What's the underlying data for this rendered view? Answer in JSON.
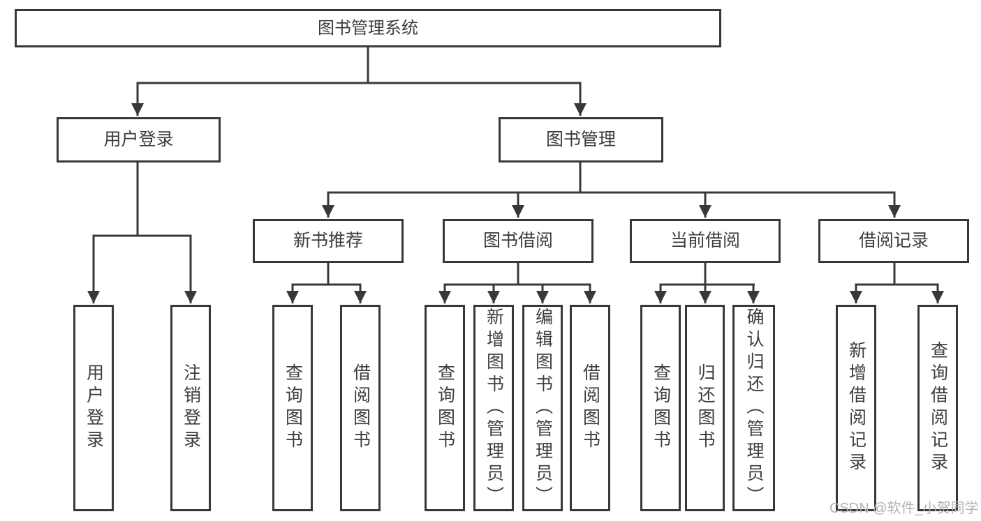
{
  "page": {
    "background": "#ffffff"
  },
  "diagram": {
    "type": "tree",
    "colors": {
      "line": "#383838",
      "text": "#3d3d3d",
      "box_background": "#ffffff"
    },
    "root": {
      "label": "图书管理系统",
      "children": [
        {
          "label": "用户登录",
          "children": [
            {
              "label": "用户登录"
            },
            {
              "label": "注销登录"
            }
          ]
        },
        {
          "label": "图书管理",
          "children": [
            {
              "label": "新书推荐",
              "children": [
                {
                  "label": "查询图书"
                },
                {
                  "label": "借阅图书"
                }
              ]
            },
            {
              "label": "图书借阅",
              "children": [
                {
                  "label": "查询图书"
                },
                {
                  "label": "新增图书（管理员）"
                },
                {
                  "label": "编辑图书（管理员）"
                },
                {
                  "label": "借阅图书"
                }
              ]
            },
            {
              "label": "当前借阅",
              "children": [
                {
                  "label": "查询图书"
                },
                {
                  "label": "归还图书"
                },
                {
                  "label": "确认归还（管理员）"
                }
              ]
            },
            {
              "label": "借阅记录",
              "children": [
                {
                  "label": "新增借阅记录"
                },
                {
                  "label": "查询借阅记录"
                }
              ]
            }
          ]
        }
      ]
    }
  },
  "watermark": {
    "text": "CSDN @软件_小贺同学",
    "color": "#b3b3b3"
  }
}
